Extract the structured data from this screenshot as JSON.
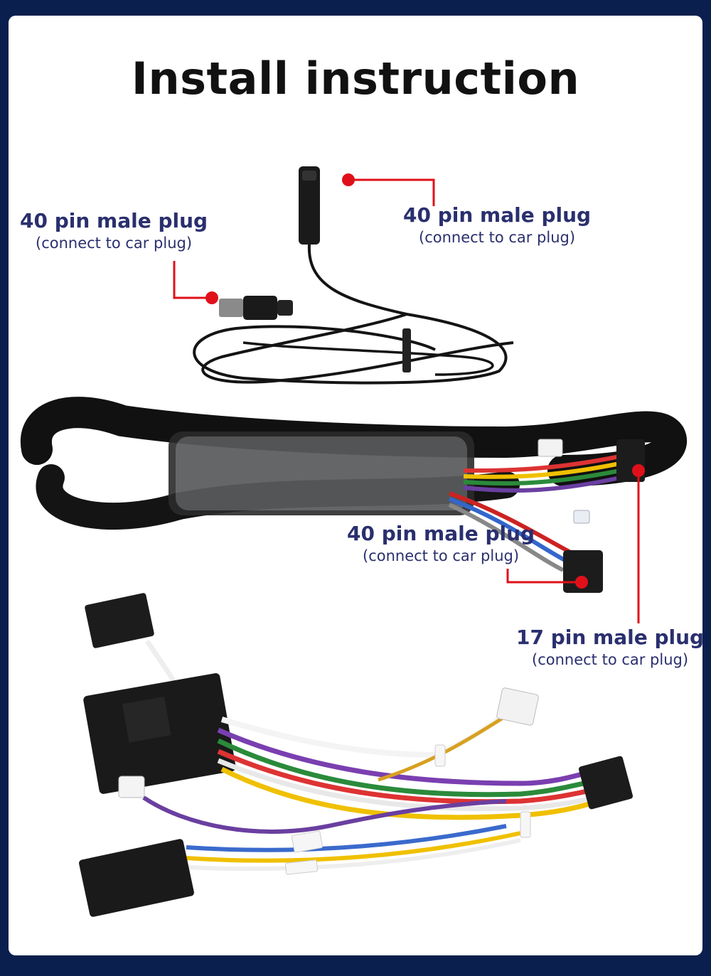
{
  "title": "Install instruction",
  "labels": [
    {
      "main": "40 pin male plug",
      "sub": "(connect to car plug)"
    },
    {
      "main": "40 pin male plug",
      "sub": "(connect to car plug)"
    },
    {
      "main": "40 pin male plug",
      "sub": "(connect to car plug)"
    },
    {
      "main": "17 pin male plug",
      "sub": "(connect to car plug)"
    }
  ],
  "colors": {
    "background_frame": "#0b1f4e",
    "label_text": "#2a2f6e",
    "callout_red": "#e0101a"
  },
  "icons": [
    "antenna-cable-icon",
    "braided-harness-icon",
    "wire-harness-icon"
  ]
}
